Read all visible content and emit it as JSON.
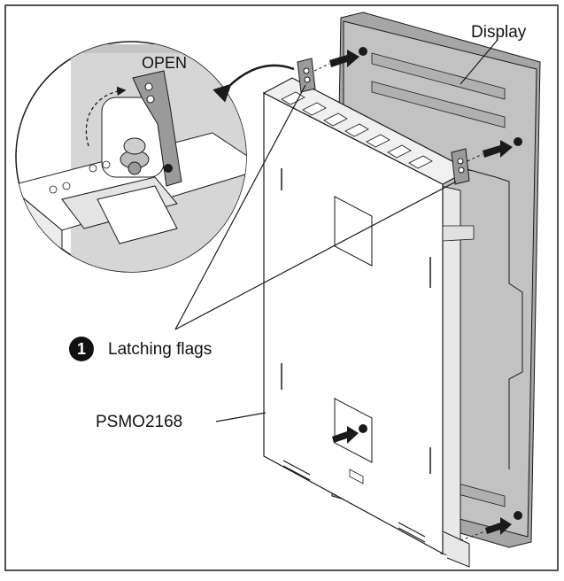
{
  "labels": {
    "display": "Display",
    "open": "OPEN",
    "callout_number": "1",
    "latching_flags": "Latching flags",
    "model": "PSMO2168"
  },
  "colors": {
    "display_panel": "#bdbdbd",
    "display_panel_dark": "#a6a6a6",
    "bracket": "#ffffff",
    "line": "#1a1a1a",
    "inset_background": "#d6d6d6"
  }
}
